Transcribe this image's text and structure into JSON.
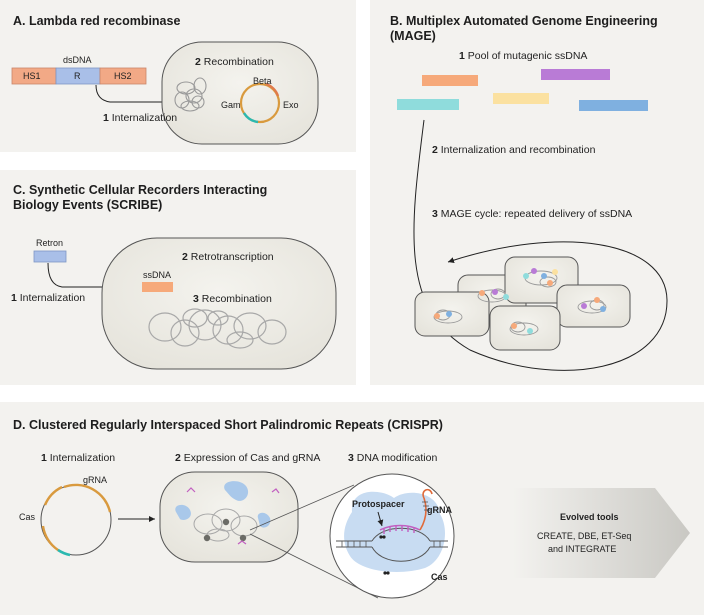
{
  "panels": {
    "a": {
      "title": "A. Lambda red recombinase",
      "dsdna": "dsDNA",
      "hs1": "HS1",
      "r": "R",
      "hs2": "HS2",
      "step1_num": "1",
      "step1_text": "Internalization",
      "step2_num": "2",
      "step2_text": "Recombination",
      "beta": "Beta",
      "gam": "Gam",
      "exo": "Exo"
    },
    "b": {
      "title_line1": "B. Multiplex Automated Genome Engineering",
      "title_line2": "(MAGE)",
      "step1_num": "1",
      "step1_text": "Pool of mutagenic ssDNA",
      "step2_num": "2",
      "step2_text": "Internalization and recombination",
      "step3_num": "3",
      "step3_text": "MAGE cycle: repeated delivery of ssDNA"
    },
    "c": {
      "title_line1": "C. Synthetic Cellular Recorders Interacting",
      "title_line2": "Biology Events (SCRIBE)",
      "retron": "Retron",
      "step1_num": "1",
      "step1_text": "Internalization",
      "step2_num": "2",
      "step2_text": "Retrotranscription",
      "ssdna": "ssDNA",
      "step3_num": "3",
      "step3_text": "Recombination"
    },
    "d": {
      "title": "D. Clustered Regularly Interspaced Short Palindromic Repeats (CRISPR)",
      "step1_num": "1",
      "step1_text": "Internalization",
      "grna": "gRNA",
      "cas": "Cas",
      "step2_num": "2",
      "step2_text": "Expression of Cas and gRNA",
      "step3_num": "3",
      "step3_text": "DNA modification",
      "protospacer": "Protospacer",
      "grna_zoom": "gRNA",
      "cas_zoom": "Cas",
      "evolved_title": "Evolved tools",
      "evolved_line1": "CREATE, DBE, ET-Seq",
      "evolved_line2": "and INTEGRATE"
    }
  },
  "colors": {
    "hs": "#f2a986",
    "r": "#a9bfe8",
    "ssdna_orange": "#f6a97a",
    "ssdna_purple": "#b97bd6",
    "ssdna_yellow": "#fbe1a0",
    "ssdna_teal": "#8fdcdc",
    "ssdna_blue": "#7fb0e0",
    "cell_fill": "#ecebe4",
    "cas_blue": "#a9c8ea",
    "plasmid_orange": "#d99a3e",
    "plasmid_teal": "#2bb9b0"
  }
}
